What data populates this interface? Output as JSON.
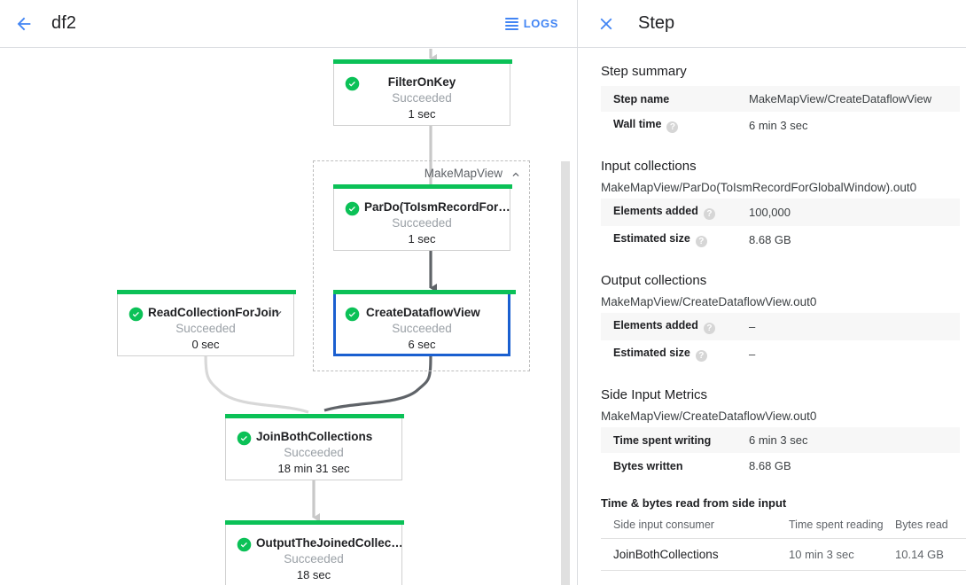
{
  "topbar": {
    "back_icon": "arrow-left-icon",
    "job_name": "df2",
    "logs_label": "LOGS",
    "logs_icon": "logs-hamburger-icon"
  },
  "graph": {
    "composite": {
      "label": "MakeMapView",
      "collapse_icon": "chevron-up-icon"
    },
    "nodes": [
      {
        "id": "filter-on-key",
        "name": "FilterOnKey",
        "status": "Succeeded",
        "time": "1 sec",
        "selected": false,
        "has_chevron": false
      },
      {
        "id": "pardo-toismrecordfor",
        "name": "ParDo(ToIsmRecordFor…",
        "status": "Succeeded",
        "time": "1 sec",
        "selected": false,
        "has_chevron": false
      },
      {
        "id": "create-dataflow-view",
        "name": "CreateDataflowView",
        "status": "Succeeded",
        "time": "6 sec",
        "selected": true,
        "has_chevron": false
      },
      {
        "id": "read-collection-for-join",
        "name": "ReadCollectionForJoin",
        "status": "Succeeded",
        "time": "0 sec",
        "selected": false,
        "has_chevron": true,
        "chevron_icon": "chevron-down-icon"
      },
      {
        "id": "join-both-collections",
        "name": "JoinBothCollections",
        "status": "Succeeded",
        "time": "18 min 31 sec",
        "selected": false,
        "has_chevron": false
      },
      {
        "id": "output-the-joined-collection",
        "name": "OutputTheJoinedCollec…",
        "status": "Succeeded",
        "time": "18 sec",
        "selected": false,
        "has_chevron": false
      }
    ],
    "status_color": "#0bc157",
    "selected_color": "#1a5fd0"
  },
  "panel": {
    "close_icon": "close-icon",
    "title": "Step",
    "step_summary": {
      "heading": "Step summary",
      "rows": [
        {
          "key": "Step name",
          "value": "MakeMapView/CreateDataflowView",
          "help": false
        },
        {
          "key": "Wall time",
          "value": "6 min 3 sec",
          "help": true
        }
      ]
    },
    "input_collections": {
      "heading": "Input collections",
      "collection_name": "MakeMapView/ParDo(ToIsmRecordForGlobalWindow).out0",
      "rows": [
        {
          "key": "Elements added",
          "value": "100,000",
          "help": true
        },
        {
          "key": "Estimated size",
          "value": "8.68 GB",
          "help": true
        }
      ]
    },
    "output_collections": {
      "heading": "Output collections",
      "collection_name": "MakeMapView/CreateDataflowView.out0",
      "rows": [
        {
          "key": "Elements added",
          "value": "–",
          "help": true
        },
        {
          "key": "Estimated size",
          "value": "–",
          "help": true
        }
      ]
    },
    "side_input_metrics": {
      "heading": "Side Input Metrics",
      "collection_name": "MakeMapView/CreateDataflowView.out0",
      "rows": [
        {
          "key": "Time spent writing",
          "value": "6 min 3 sec",
          "help": false
        },
        {
          "key": "Bytes written",
          "value": "8.68 GB",
          "help": false
        }
      ],
      "table_heading": "Time & bytes read from side input",
      "columns": [
        "Side input consumer",
        "Time spent reading",
        "Bytes read"
      ],
      "rows_table": [
        {
          "consumer": "JoinBothCollections",
          "time": "10 min 3 sec",
          "bytes": "10.14 GB"
        }
      ]
    }
  },
  "scrollbar": {
    "name": "graph-vertical-scrollbar"
  }
}
